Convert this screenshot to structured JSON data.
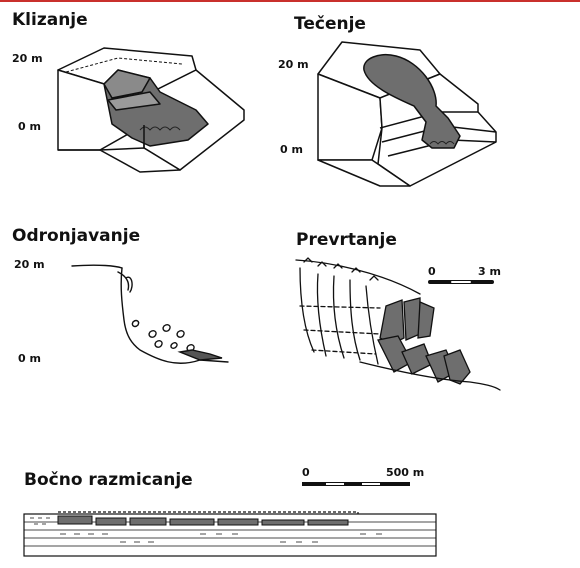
{
  "panels": {
    "klizanje": {
      "title": "Klizanje",
      "top_label": "20 m",
      "bottom_label": "0 m"
    },
    "tecenje": {
      "title": "Tečenje",
      "top_label": "20 m",
      "bottom_label": "0 m"
    },
    "odronjavanje": {
      "title": "Odronjavanje",
      "top_label": "20 m",
      "bottom_label": "0 m"
    },
    "prevrtanje": {
      "title": "Prevrtanje",
      "scale_start": "0",
      "scale_end": "3 m"
    },
    "bocno_razmicanje": {
      "title": "Bočno razmicanje",
      "scale_start": "0",
      "scale_end": "500 m"
    }
  },
  "colors": {
    "accent_line": "#c9302c",
    "ink": "#111111",
    "mass_fill": "#6e6e6e"
  }
}
